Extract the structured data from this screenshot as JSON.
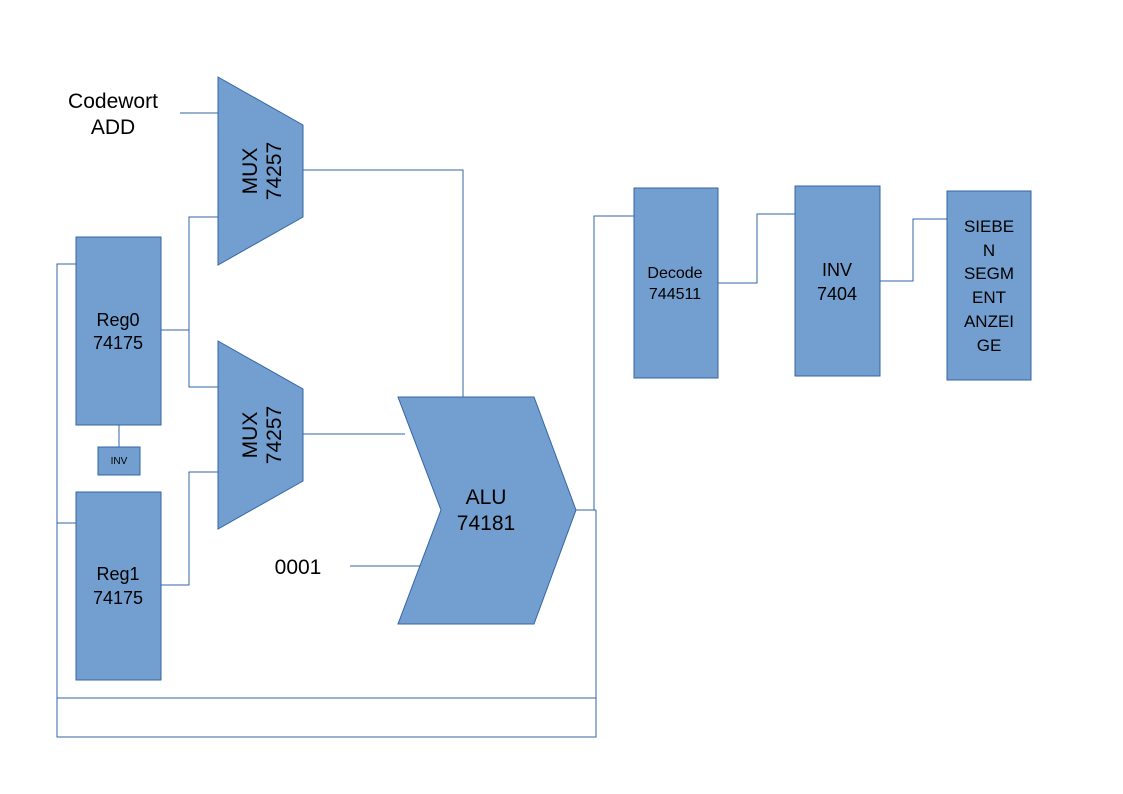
{
  "colors": {
    "block_fill": "#729fcf",
    "block_stroke": "#3465a4",
    "wire": "#3465a4",
    "text": "#000000"
  },
  "inputs": {
    "codewort": {
      "line1": "Codewort",
      "line2": "ADD"
    },
    "constant": "0001"
  },
  "blocks": {
    "mux_top": {
      "line1": "MUX",
      "line2": "74257"
    },
    "mux_bottom": {
      "line1": "MUX",
      "line2": "74257"
    },
    "reg0": {
      "line1": "Reg0",
      "line2": "74175"
    },
    "reg1": {
      "line1": "Reg1",
      "line2": "74175"
    },
    "inv_small": {
      "label": "INV"
    },
    "alu": {
      "line1": "ALU",
      "line2": "74181"
    },
    "decode": {
      "line1": "Decode",
      "line2": "744511"
    },
    "inv": {
      "line1": "INV",
      "line2": "7404"
    },
    "display": {
      "lines": [
        "SIEBE",
        "N",
        "SEGM",
        "ENT",
        "ANZEI",
        "GE"
      ]
    }
  }
}
